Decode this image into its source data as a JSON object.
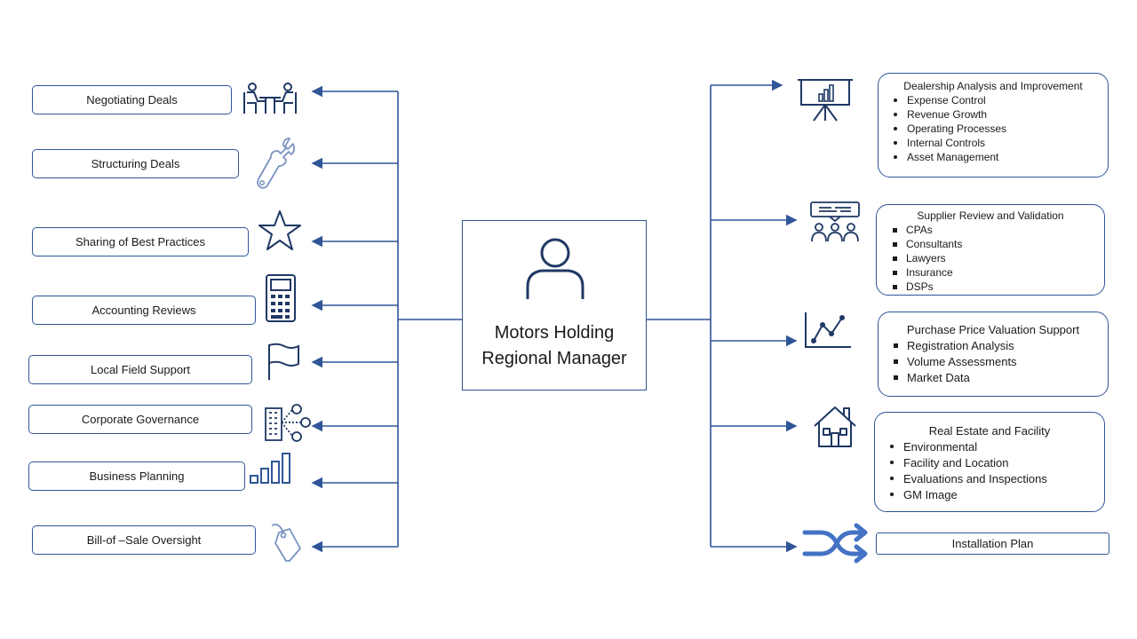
{
  "center": {
    "title": "Motors Holding\nRegional Manager",
    "icon": "person-icon"
  },
  "left_items": [
    {
      "label": "Negotiating Deals",
      "icon": "meeting-icon"
    },
    {
      "label": "Structuring Deals",
      "icon": "wrench-icon"
    },
    {
      "label": "Sharing of Best Practices",
      "icon": "star-icon"
    },
    {
      "label": "Accounting Reviews",
      "icon": "calculator-icon"
    },
    {
      "label": "Local Field Support",
      "icon": "flag-icon"
    },
    {
      "label": "Corporate Governance",
      "icon": "building-network-icon"
    },
    {
      "label": "Business Planning",
      "icon": "bar-chart-icon"
    },
    {
      "label": "Bill-of –Sale Oversight",
      "icon": "tag-icon"
    }
  ],
  "right_items": [
    {
      "title": "Dealership Analysis and Improvement",
      "icon": "presentation-board-icon",
      "bullets": [
        "Expense Control",
        "Revenue Growth",
        "Operating Processes",
        "Internal Controls",
        "Asset Management"
      ]
    },
    {
      "title": "Supplier Review and Validation",
      "icon": "audience-icon",
      "bullets": [
        "CPAs",
        "Consultants",
        "Lawyers",
        "Insurance",
        "DSPs"
      ]
    },
    {
      "title": "Purchase Price Valuation Support",
      "icon": "line-chart-icon",
      "bullets": [
        "Registration Analysis",
        "Volume Assessments",
        "Market Data"
      ]
    },
    {
      "title": "Real Estate and Facility",
      "icon": "house-icon",
      "bullets": [
        "Environmental",
        "Facility and Location",
        "Evaluations and Inspections",
        "GM Image"
      ]
    },
    {
      "title": "Installation Plan",
      "icon": "shuffle-icon",
      "bullets": []
    }
  ]
}
